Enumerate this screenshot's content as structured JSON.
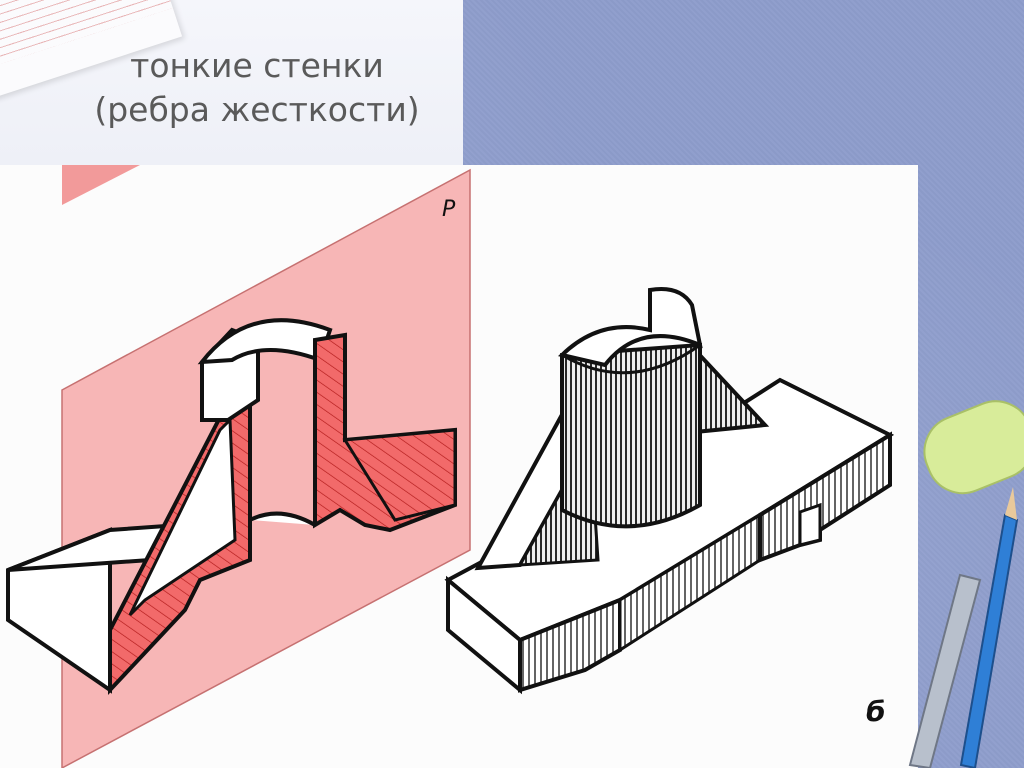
{
  "slide": {
    "title_line1": "тонкие стенки",
    "title_line2": "(ребра жесткости)"
  },
  "figure": {
    "plane_label": "P",
    "variant_label": "б"
  },
  "colors": {
    "background": "#8e9dcc",
    "plane": "#f7b3b3",
    "section": "#f26a6a",
    "hatch": "#c02020",
    "outline": "#111111"
  },
  "decor": {
    "eraser_color": "#d8ec9a",
    "pencil_color": "#2f7fd6"
  }
}
